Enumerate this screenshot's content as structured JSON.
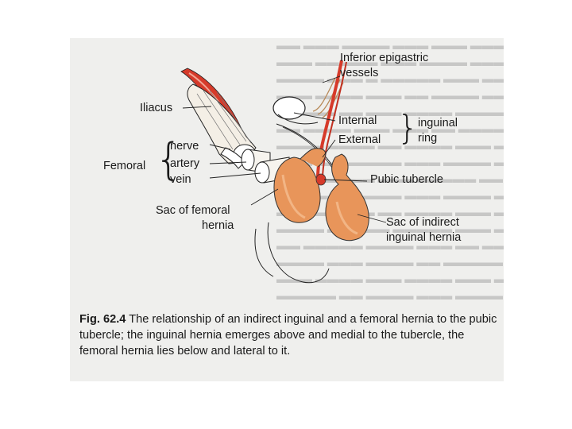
{
  "labels": {
    "inferior_epigastric": "Inferior epigastric",
    "vessels": "vessels",
    "iliacus": "Iliacus",
    "internal": "Internal",
    "inguinal": "inguinal",
    "external": "External",
    "ring": "ring",
    "nerve": "nerve",
    "femoral": "Femoral",
    "artery": "artery",
    "vein": "vein",
    "pubic_tubercle": "Pubic tubercle",
    "sac_femoral_1": "Sac of femoral",
    "sac_femoral_2": "hernia",
    "sac_indirect_1": "Sac of indirect",
    "sac_indirect_2": "inguinal hernia"
  },
  "caption": {
    "figure_number": "Fig. 62.4",
    "text": " The relationship of an indirect inguinal and a femoral hernia to the pubic tubercle; the inguinal hernia emerges above and medial to the tubercle, the femoral hernia lies below and lateral to it."
  },
  "colors": {
    "sac": "#e8955a",
    "vessel_red": "#d63a2a",
    "page_bg": "#efefed"
  }
}
